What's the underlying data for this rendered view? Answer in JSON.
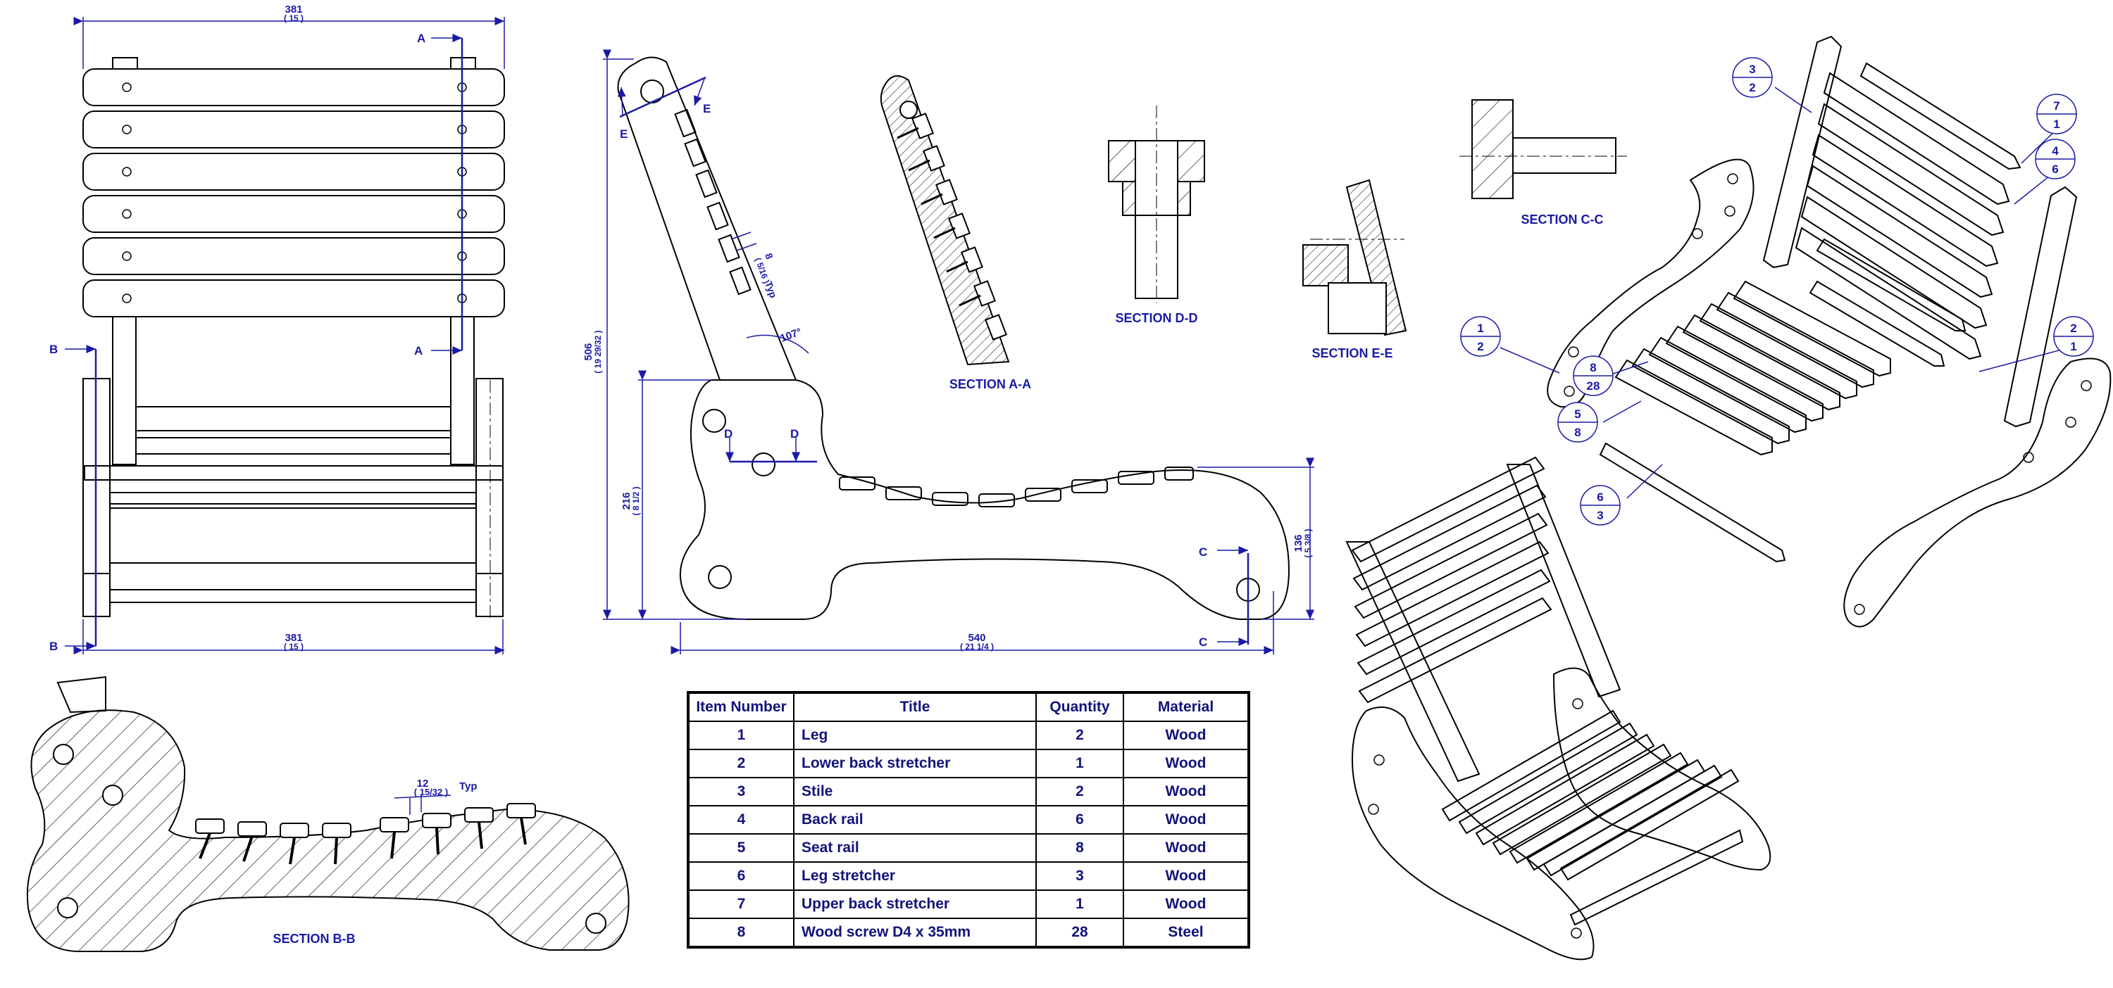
{
  "colors": {
    "line": "#000000",
    "dimension": "#1a1aa6",
    "label_text": "#13137a",
    "background": "#ffffff"
  },
  "front_view": {
    "top_width": "381",
    "top_width_in": "( 15 )",
    "bottom_width": "381",
    "bottom_width_in": "( 15 )",
    "section_marks": [
      "A",
      "A",
      "B",
      "B"
    ]
  },
  "side_view": {
    "height_total": "506",
    "height_total_in": "( 19 29/32 )",
    "seat_height": "216",
    "seat_height_in": "( 8 1/2 )",
    "front_height": "136",
    "front_height_in": "( 5 3/8 )",
    "length": "540",
    "length_in": "( 21 1/4 )",
    "back_angle": "107°",
    "slat_gap": "8",
    "slat_gap_in": "( 5/16 )",
    "slat_gap_note": "Typ",
    "section_marks": [
      "E",
      "E",
      "D",
      "D",
      "C",
      "C"
    ]
  },
  "section_labels": {
    "aa": "SECTION A-A",
    "dd": "SECTION D-D",
    "ee": "SECTION E-E",
    "cc": "SECTION C-C",
    "bb": "SECTION B-B"
  },
  "section_bb": {
    "gap": "12",
    "gap_in": "( 15/32 )",
    "gap_note": "Typ"
  },
  "balloons": [
    {
      "item": "3",
      "qty": "2"
    },
    {
      "item": "7",
      "qty": "1"
    },
    {
      "item": "4",
      "qty": "6"
    },
    {
      "item": "1",
      "qty": "2"
    },
    {
      "item": "2",
      "qty": "1"
    },
    {
      "item": "8",
      "qty": "28"
    },
    {
      "item": "5",
      "qty": "8"
    },
    {
      "item": "6",
      "qty": "3"
    }
  ],
  "parts_table": {
    "headers": [
      "Item Number",
      "Title",
      "Quantity",
      "Material"
    ],
    "rows": [
      [
        "1",
        "Leg",
        "2",
        "Wood"
      ],
      [
        "2",
        "Lower back stretcher",
        "1",
        "Wood"
      ],
      [
        "3",
        "Stile",
        "2",
        "Wood"
      ],
      [
        "4",
        "Back rail",
        "6",
        "Wood"
      ],
      [
        "5",
        "Seat rail",
        "8",
        "Wood"
      ],
      [
        "6",
        "Leg stretcher",
        "3",
        "Wood"
      ],
      [
        "7",
        "Upper back stretcher",
        "1",
        "Wood"
      ],
      [
        "8",
        "Wood screw D4 x 35mm",
        "28",
        "Steel"
      ]
    ]
  }
}
